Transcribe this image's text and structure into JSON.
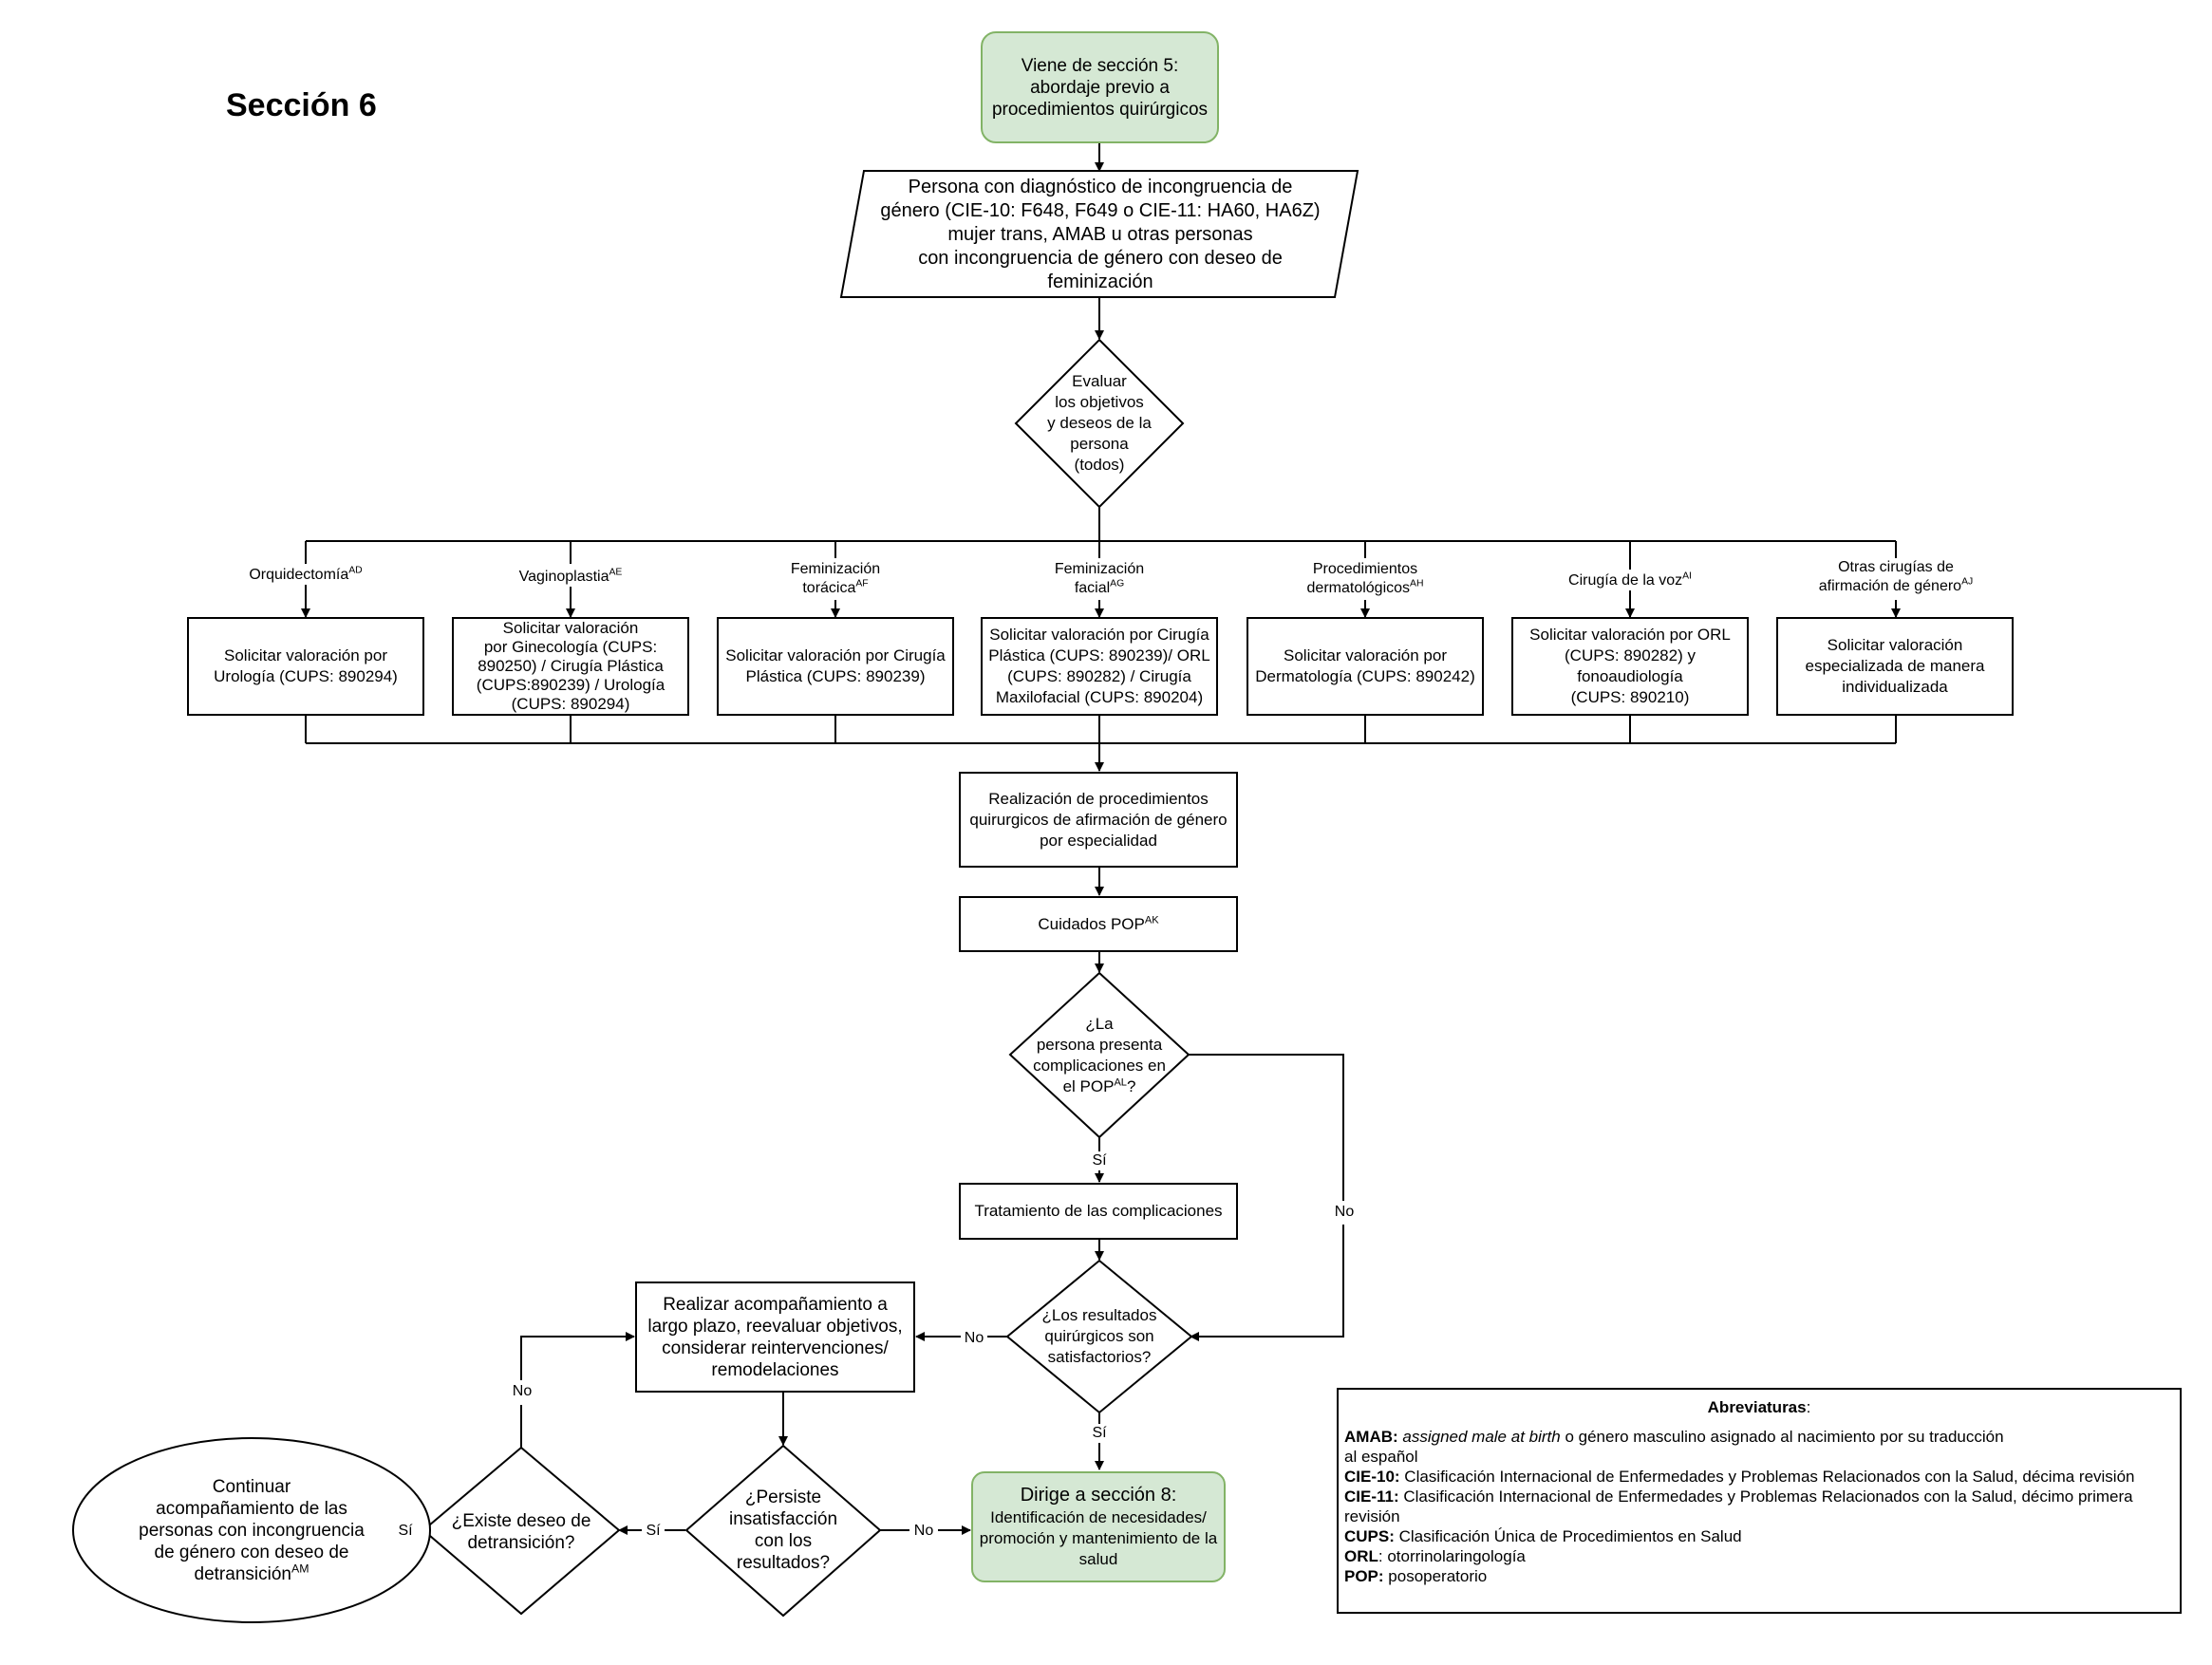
{
  "section_title": "Sección 6",
  "start": {
    "line1": "Viene de sección 5:",
    "line2": "abordaje previo a",
    "line3": "procedimientos quirúrgicos"
  },
  "persona": {
    "l1": "Persona con diagnóstico de incongruencia de",
    "l2": "género (CIE-10: F648, F649 o CIE-11: HA60, HA6Z)",
    "l3": "mujer trans, AMAB u otras personas",
    "l4": "con incongruencia de género con deseo de",
    "l5": "feminización"
  },
  "evaluar": {
    "l1": "Evaluar",
    "l2": "los objetivos",
    "l3": "y deseos de la",
    "l4": "persona",
    "l5": "(todos)"
  },
  "branches": [
    {
      "label1": "",
      "label2": "Orquidectomía",
      "sup": "AD",
      "box": [
        "Solicitar valoración por",
        "Urología (CUPS: 890294)"
      ]
    },
    {
      "label1": "",
      "label2": "Vaginoplastia",
      "sup": "AE",
      "box": [
        "Solicitar valoración",
        "por Ginecología (CUPS:",
        "890250) / Cirugía Plástica",
        "(CUPS:890239) / Urología",
        "(CUPS: 890294)"
      ]
    },
    {
      "label1": "Feminización",
      "label2": "torácica",
      "sup": "AF",
      "box": [
        "Solicitar valoración por Cirugía",
        "Plástica (CUPS: 890239)"
      ]
    },
    {
      "label1": "Feminización",
      "label2": "facial",
      "sup": "AG",
      "box": [
        "Solicitar valoración por Cirugía",
        "Plástica (CUPS: 890239)/ ORL",
        "(CUPS: 890282) / Cirugía",
        "Maxilofacial (CUPS: 890204)"
      ]
    },
    {
      "label1": "Procedimientos",
      "label2": "dermatológicos",
      "sup": "AH",
      "box": [
        "Solicitar valoración por",
        "Dermatología (CUPS: 890242)"
      ]
    },
    {
      "label1": "",
      "label2": "Cirugía de la voz",
      "sup": "AI",
      "box": [
        "Solicitar valoración por ORL",
        "(CUPS: 890282) y",
        "fonoaudiología",
        "(CUPS: 890210)"
      ]
    },
    {
      "label1": "Otras cirugías de",
      "label2": "afirmación de género",
      "sup": "AJ",
      "box": [
        "Solicitar valoración",
        "especializada de manera",
        "individualizada"
      ]
    }
  ],
  "realizacion": {
    "l1": "Realización de procedimientos",
    "l2": "quirurgicos de afirmación de género",
    "l3": "por especialidad"
  },
  "cuidados": {
    "text": "Cuidados POP",
    "sup": "AK"
  },
  "complicaciones_q": {
    "l1": "¿La",
    "l2": "persona presenta",
    "l3": "complicaciones en",
    "l4": "el POP",
    "sup": "AL",
    "l4end": "?"
  },
  "edge_labels": {
    "si": "Sí",
    "no": "No"
  },
  "tratamiento": "Tratamiento de las complicaciones",
  "resultados_q": {
    "l1": "¿Los resultados",
    "l2": "quirúrgicos son",
    "l3": "satisfactorios?"
  },
  "acompanamiento": {
    "l1": "Realizar acompañamiento a",
    "l2": "largo plazo, reevaluar objetivos,",
    "l3": "considerar reintervenciones/",
    "l4": "remodelaciones"
  },
  "persiste_q": {
    "l1": "¿Persiste",
    "l2": "insatisfacción",
    "l3": "con los",
    "l4": "resultados?"
  },
  "detransicion_q": {
    "l1": "¿Existe deseo de",
    "l2": "detransición?"
  },
  "continuar": {
    "l1": "Continuar",
    "l2": "acompañamiento de las",
    "l3": "personas con incongruencia",
    "l4": "de género con deseo de",
    "l5": "detransición",
    "sup": "AM"
  },
  "dirige": {
    "l1": "Dirige a sección 8:",
    "l2": "Identificación de necesidades/",
    "l3": "promoción y mantenimiento de la",
    "l4": "salud"
  },
  "abbreviations": {
    "title": "Abreviaturas",
    "title_end": ":",
    "items": [
      {
        "term": "AMAB:",
        "italic": "assigned male at birth",
        "text": " o género masculino asignado al nacimiento por su traducción",
        "cont": "al español"
      },
      {
        "term": "CIE-10:",
        "italic": "",
        "text": " Clasificación Internacional de Enfermedades y Problemas Relacionados con la Salud, décima revisión",
        "cont": ""
      },
      {
        "term": "CIE-11:",
        "italic": "",
        "text": " Clasificación Internacional de Enfermedades y Problemas Relacionados con la Salud, décimo primera",
        "cont": "revisión"
      },
      {
        "term": "CUPS:",
        "italic": "",
        "text": " Clasificación Única de Procedimientos en Salud",
        "cont": ""
      },
      {
        "term": "ORL",
        "italic": "",
        "text": ": otorrinolaringología",
        "cont": ""
      },
      {
        "term": "POP:",
        "italic": "",
        "text": " posoperatorio",
        "cont": ""
      }
    ]
  }
}
